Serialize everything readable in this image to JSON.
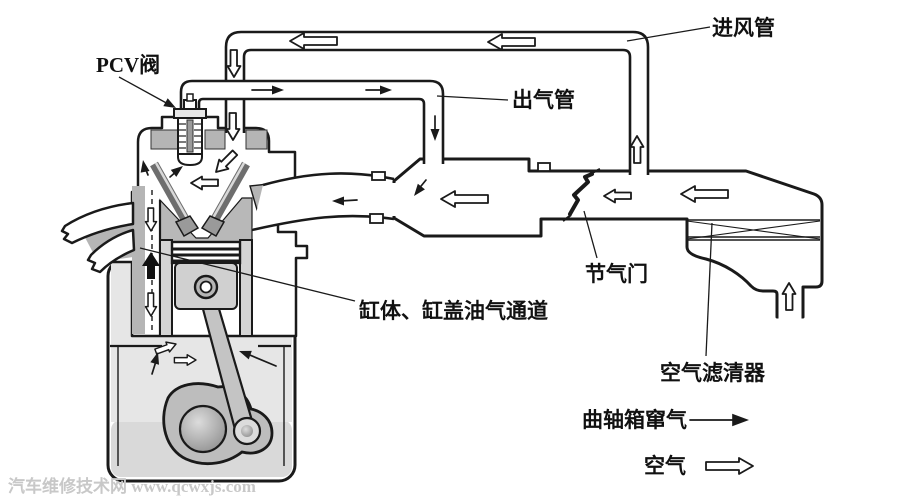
{
  "diagram": {
    "labels": {
      "pcv_valve": "PCV阀",
      "intake_pipe": "进风管",
      "outlet_pipe": "出气管",
      "throttle": "节气门",
      "oil_gas_passage": "缸体、缸盖油气通道",
      "air_filter": "空气滤清器"
    },
    "legend": {
      "blowby": "曲轴箱窜气",
      "air": "空气"
    },
    "watermark": "汽车维修技术网 www.qcwxjs.com",
    "colors": {
      "line": "#1a1a1a",
      "metal_gray": "#b5b5b5",
      "light_gray": "#e4e4e4",
      "watermark": "#c8c8c8"
    }
  }
}
